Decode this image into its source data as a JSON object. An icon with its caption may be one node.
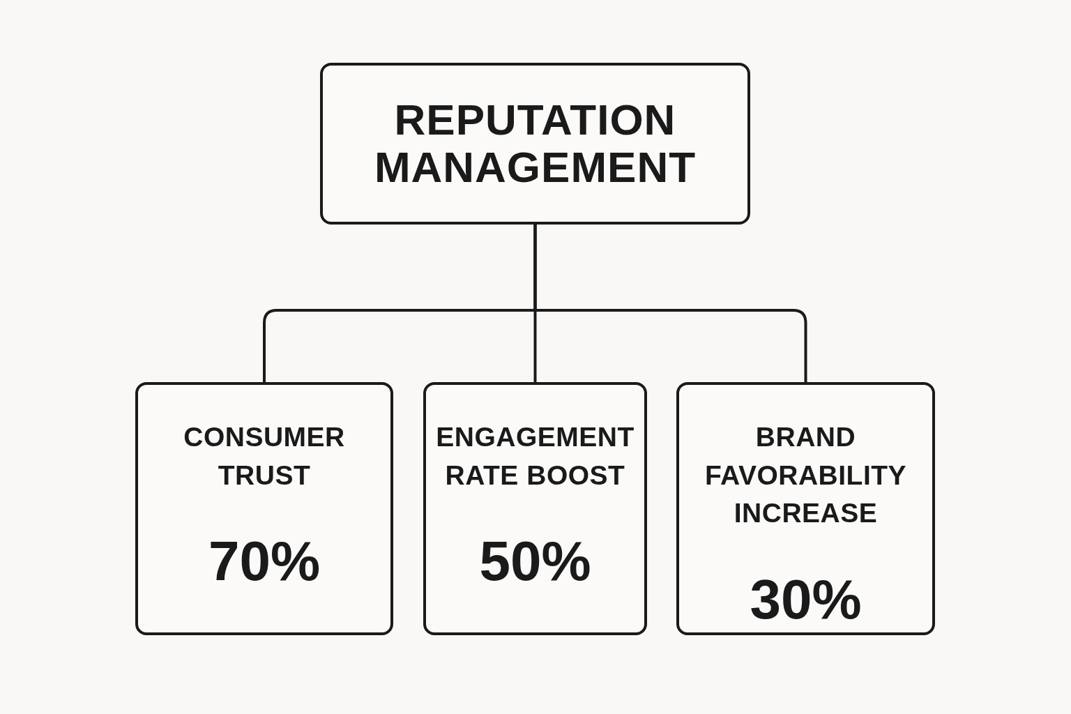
{
  "diagram": {
    "nodes": [
      {
        "text": [
          "REPUTATION MANAGEMENT"
        ]
      },
      {
        "text": [
          "CONSUMER TRUST",
          "70%"
        ]
      },
      {
        "text": [
          "ENGAGEMENT RATE BOOST",
          "50%"
        ]
      },
      {
        "text": [
          "BRAND FAVORABILITY INCREASE",
          "30%"
        ]
      }
    ],
    "edges": [
      {
        "from": 0,
        "to": 1,
        "arrow": "none"
      },
      {
        "from": 0,
        "to": 2,
        "arrow": "none"
      },
      {
        "from": 0,
        "to": 3,
        "arrow": "none"
      }
    ]
  }
}
